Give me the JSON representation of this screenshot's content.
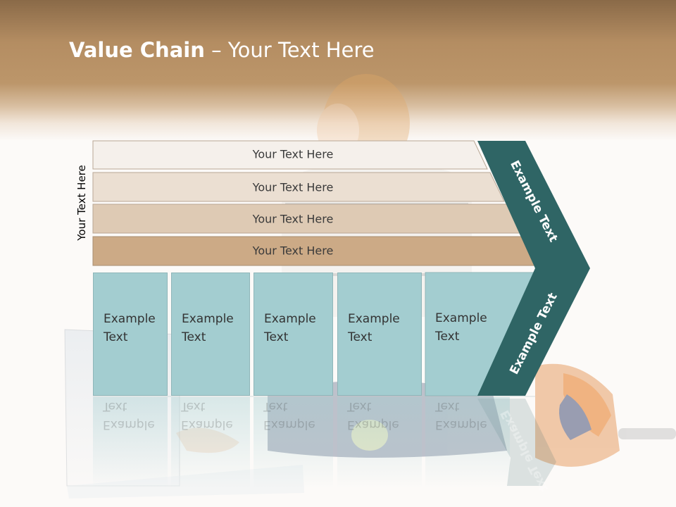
{
  "title": {
    "bold": "Value Chain",
    "rest": " – Your Text Here"
  },
  "side_label": "Your Text Here",
  "rows": [
    {
      "label": "Your Text Here",
      "color": "#f5f0eb"
    },
    {
      "label": "Your Text Here",
      "color": "#ebdfd2"
    },
    {
      "label": "Your Text Here",
      "color": "#decab4"
    },
    {
      "label": "Your Text Here",
      "color": "#ccaa86"
    }
  ],
  "boxes": [
    {
      "line1": "Example",
      "line2": "Text"
    },
    {
      "line1": "Example",
      "line2": "Text"
    },
    {
      "line1": "Example",
      "line2": "Text"
    },
    {
      "line1": "Example",
      "line2": "Text"
    },
    {
      "line1": "Example",
      "line2": "Text"
    }
  ],
  "chevron": {
    "upper": "Example Text",
    "lower": "Example Text",
    "color": "#2f6565"
  },
  "colors": {
    "teal_box": "#a3cdd0",
    "header": "#b48d62"
  }
}
